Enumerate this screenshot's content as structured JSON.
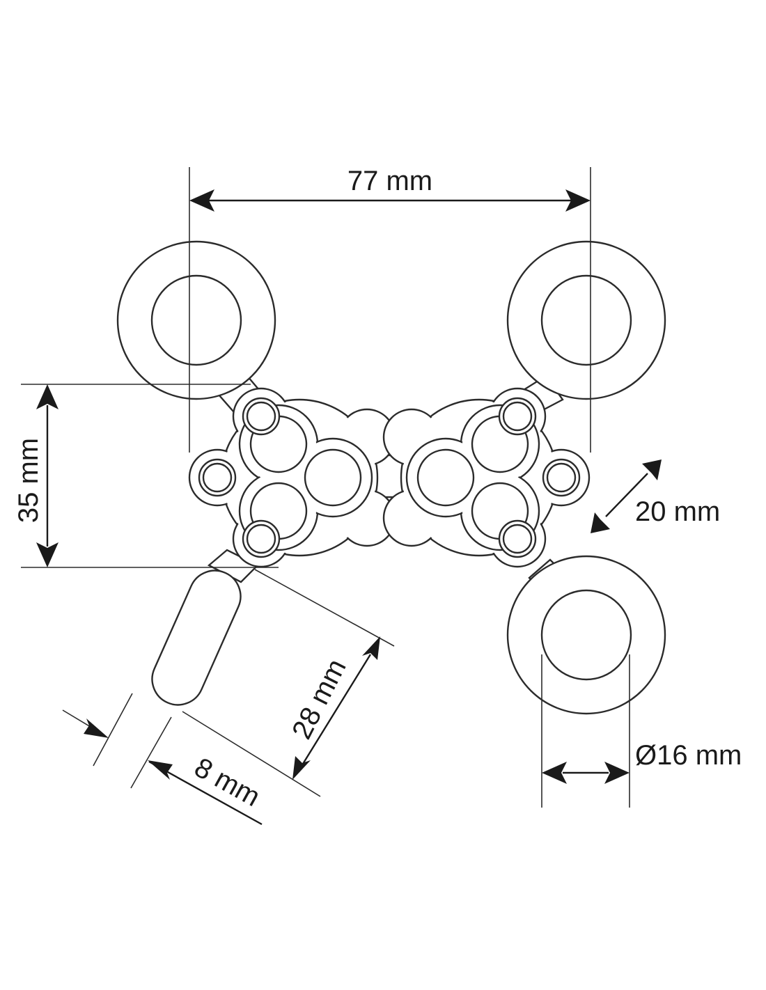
{
  "dimensions": {
    "width_label": "77 mm",
    "height_label": "35 mm",
    "link_label": "20 mm",
    "handle_length_label": "28 mm",
    "handle_width_label": "8 mm",
    "ring_hole_label": "Ø16 mm"
  },
  "colors": {
    "line": "#2b2b2b",
    "background": "#ffffff"
  }
}
